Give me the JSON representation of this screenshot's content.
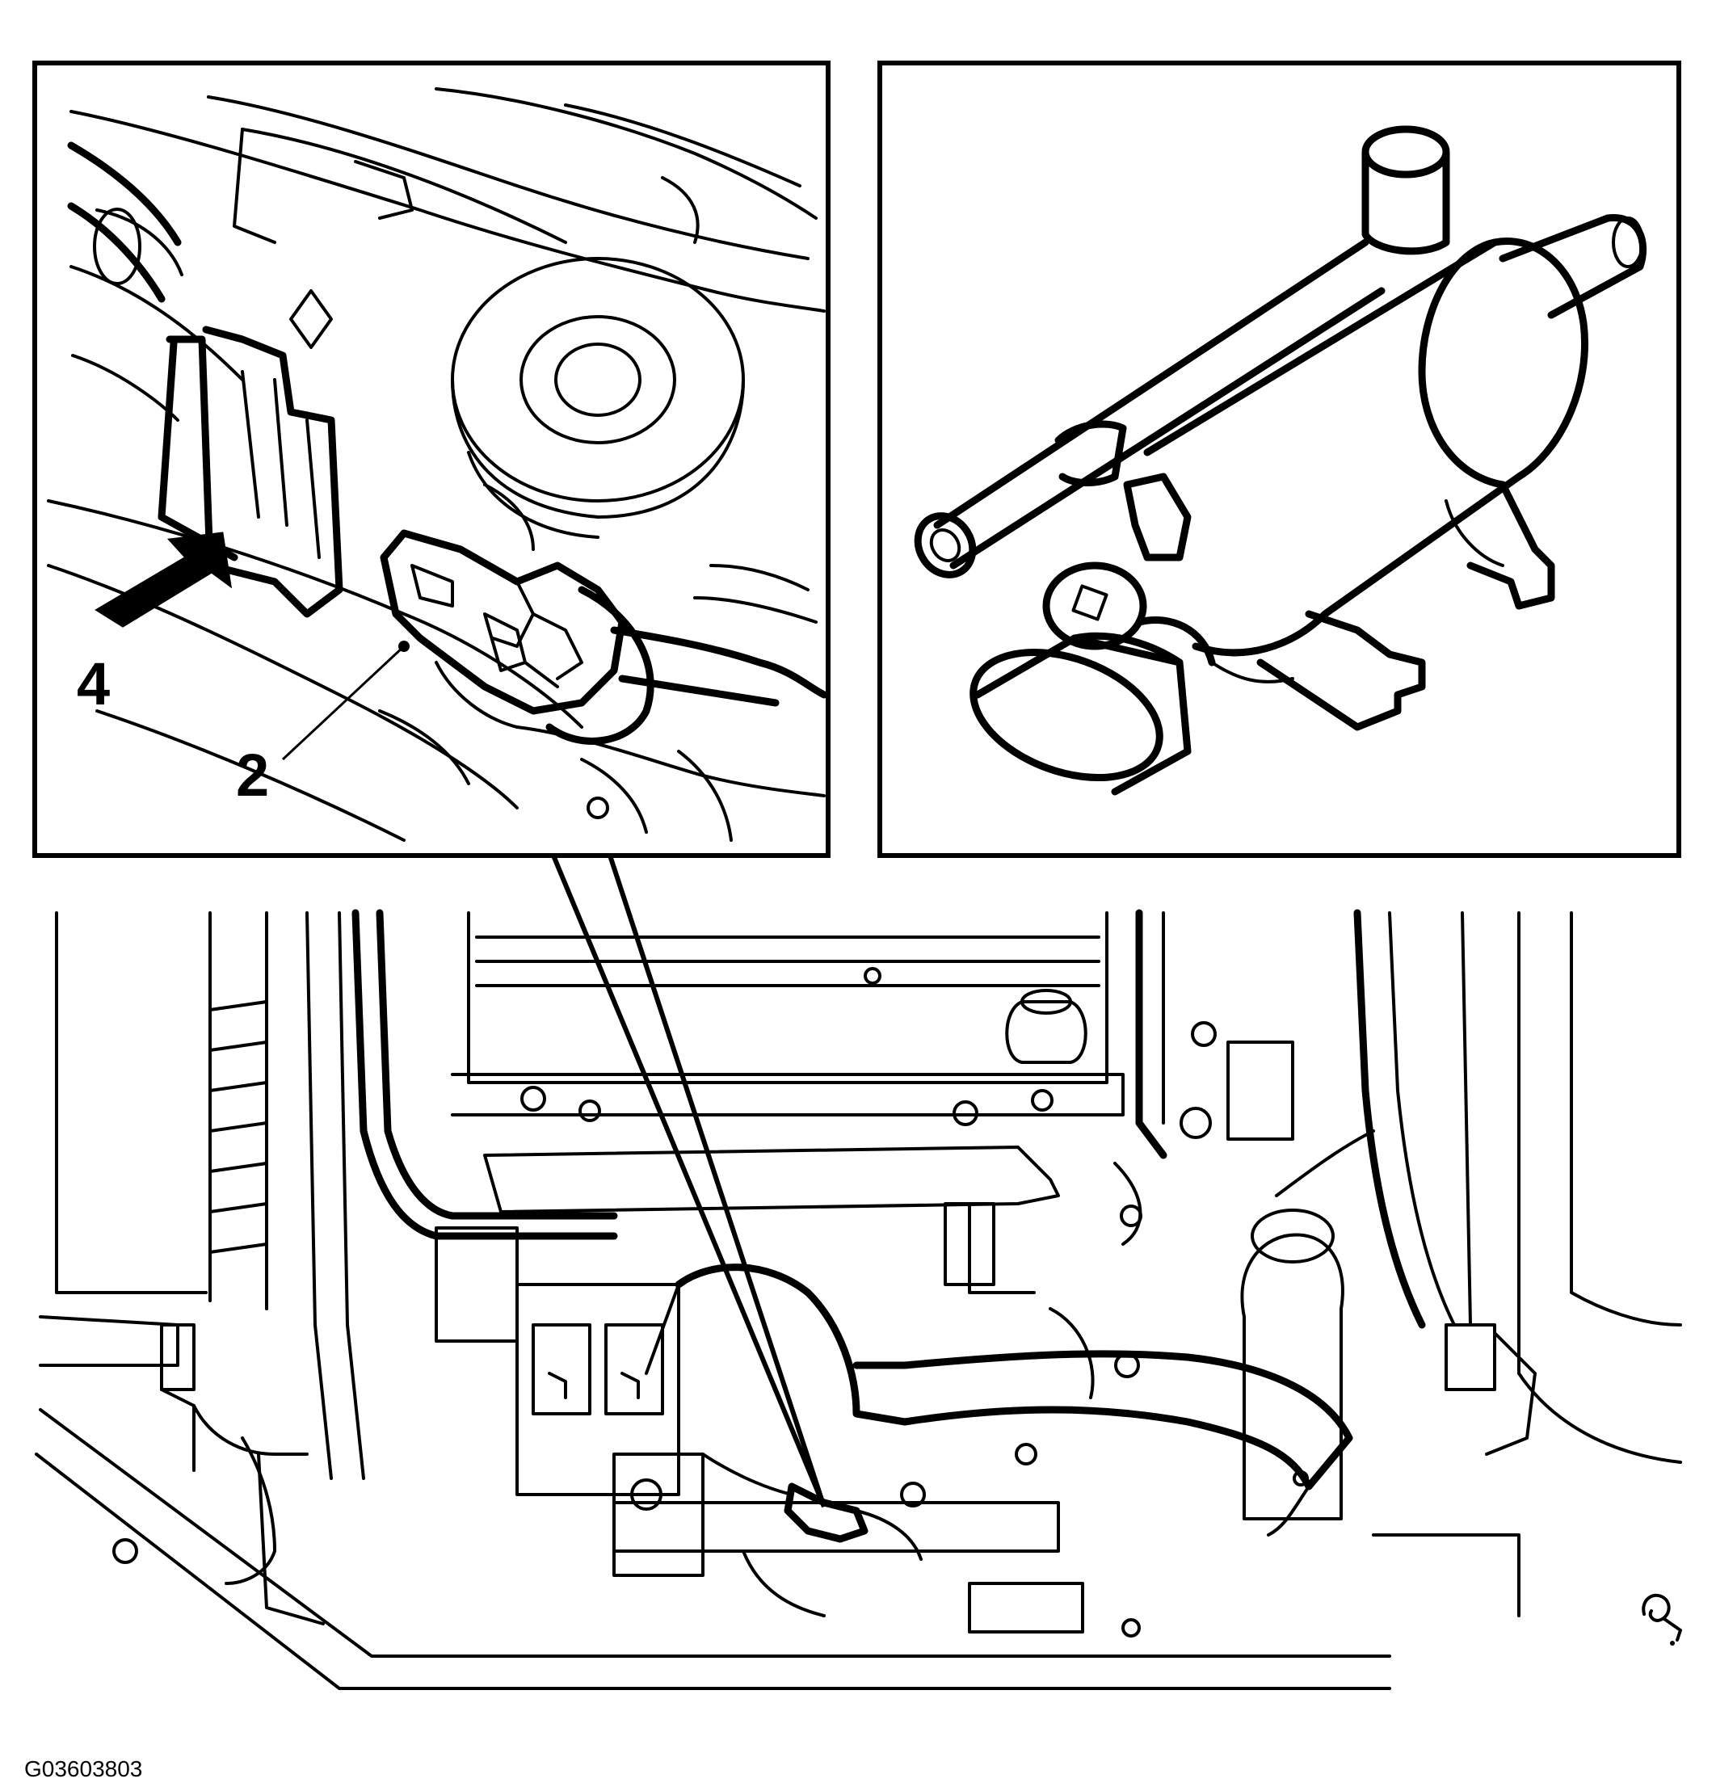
{
  "callouts": {
    "label_4": "4",
    "label_2": "2"
  },
  "figure_id": "G03603803",
  "colors": {
    "line": "#000000",
    "background": "#ffffff"
  },
  "icons": {
    "orientation_mark": "view-direction-icon",
    "action_arrow": "push-arrow-icon"
  }
}
